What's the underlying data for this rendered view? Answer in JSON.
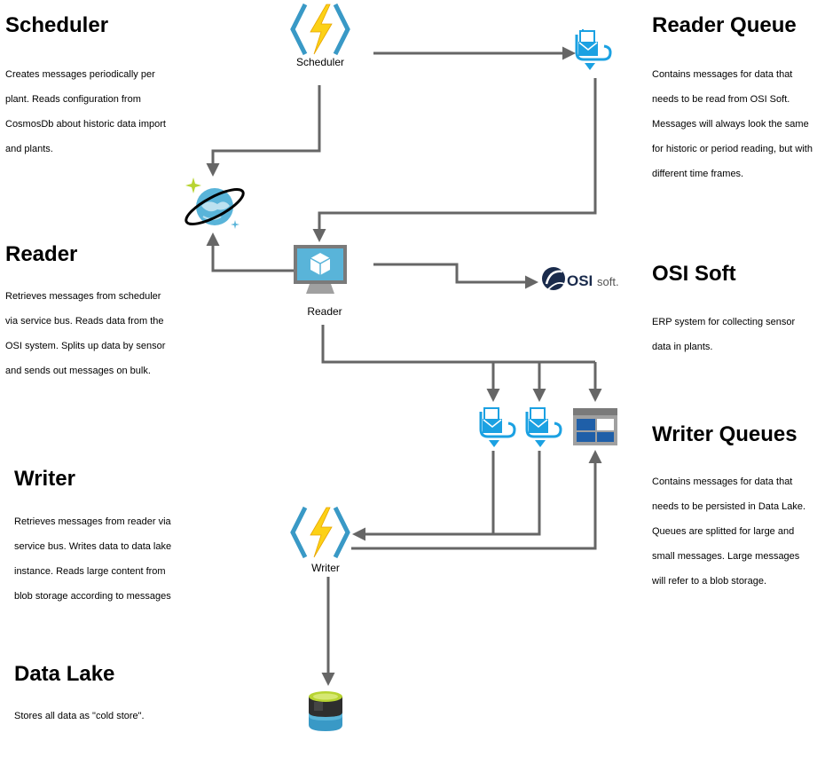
{
  "sections": {
    "scheduler": {
      "title": "Scheduler",
      "description": "Creates messages periodically per plant. Reads configuration from CosmosDb about historic data import and plants."
    },
    "reader_queue": {
      "title": "Reader Queue",
      "description": "Contains messages for data that needs to be read from OSI Soft. Messages will always look the same for historic or period reading, but with different time frames."
    },
    "reader": {
      "title": "Reader",
      "description": "Retrieves messages from scheduler via service bus. Reads data from the OSI system. Splits up data by sensor and sends out messages on bulk."
    },
    "osi_soft": {
      "title": "OSI Soft",
      "description": "ERP system for collecting sensor data in plants."
    },
    "writer_queues": {
      "title": "Writer Queues",
      "description": "Contains messages for data that needs to be persisted in Data Lake. Queues are splitted for large and small messages. Large messages will refer to a blob storage."
    },
    "writer": {
      "title": "Writer",
      "description": "Retrieves messages from reader via service bus. Writes data to data lake instance. Reads large content from blob storage according to messages"
    },
    "data_lake": {
      "title": "Data Lake",
      "description": "Stores all data as \"cold store\"."
    }
  },
  "nodes": {
    "scheduler_label": "Scheduler",
    "reader_label": "Reader",
    "writer_label": "Writer",
    "osi_logo_main": "OSI",
    "osi_logo_suffix": "soft."
  },
  "icons": {
    "scheduler": "azure-function-icon",
    "reader_queue": "service-bus-queue-icon",
    "cosmos": "cosmos-db-icon",
    "reader": "virtual-machine-icon",
    "osi": "osisoft-logo",
    "writer_queue_small": "service-bus-queue-icon",
    "writer_queue_large": "service-bus-queue-icon",
    "blob": "blob-storage-icon",
    "writer": "azure-function-icon",
    "data_lake": "data-lake-icon"
  },
  "colors": {
    "arrow": "#666666",
    "function_yellow": "#FCD116",
    "function_blue": "#3999C6",
    "queue_cyan": "#1BA1E2",
    "cosmos_blue": "#59B4D9",
    "data_lake_green": "#B8D432",
    "data_lake_blue": "#3999C6"
  }
}
